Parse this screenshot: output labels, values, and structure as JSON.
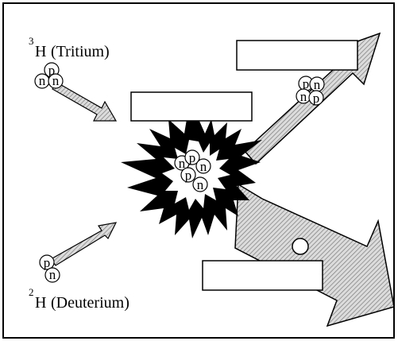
{
  "labels": {
    "tritium_mass": "3",
    "tritium_symbol": "H",
    "tritium_name": "(Tritium)",
    "deuterium_mass": "2",
    "deuterium_symbol": "H",
    "deuterium_name": "(Deuterium)"
  },
  "particles": {
    "proton": "p",
    "neutron": "n"
  },
  "blanks": [
    {
      "name": "label-box-top-right",
      "value": ""
    },
    {
      "name": "label-box-center",
      "value": ""
    },
    {
      "name": "label-box-bottom-right",
      "value": ""
    }
  ]
}
